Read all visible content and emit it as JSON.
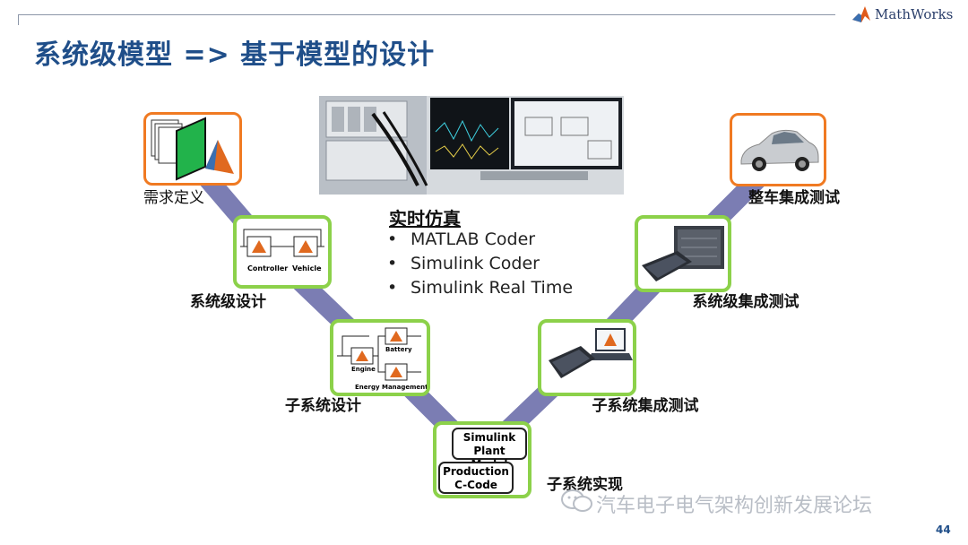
{
  "brand": {
    "name": "MathWorks"
  },
  "slide": {
    "title": "系统级模型 => 基于模型的设计",
    "page_number": "44"
  },
  "stages": {
    "requirements": "需求定义",
    "system_design": "系统级设计",
    "subsystem_design": "子系统设计",
    "subsystem_impl": "子系统实现",
    "subsystem_integration_test": "子系统集成测试",
    "system_integration_test": "系统级集成测试",
    "vehicle_integration_test": "整车集成测试"
  },
  "diagram_blocks": {
    "controller": "Controller",
    "vehicle": "Vehicle",
    "battery": "Battery",
    "engine": "Engine",
    "energy_management": "Energy Management",
    "simulink_plant_model": "Simulink Plant Model",
    "production_c_code": "Production C-Code"
  },
  "realtime": {
    "title": "实时仿真",
    "items": [
      "MATLAB Coder",
      "Simulink Coder",
      "Simulink Real Time"
    ]
  },
  "watermark": {
    "text": "汽车电子电气架构创新发展论坛"
  },
  "colors": {
    "title": "#1f4e89",
    "path": "#7b7db3",
    "green_border": "#8cd14a",
    "orange_border": "#f07a22"
  }
}
